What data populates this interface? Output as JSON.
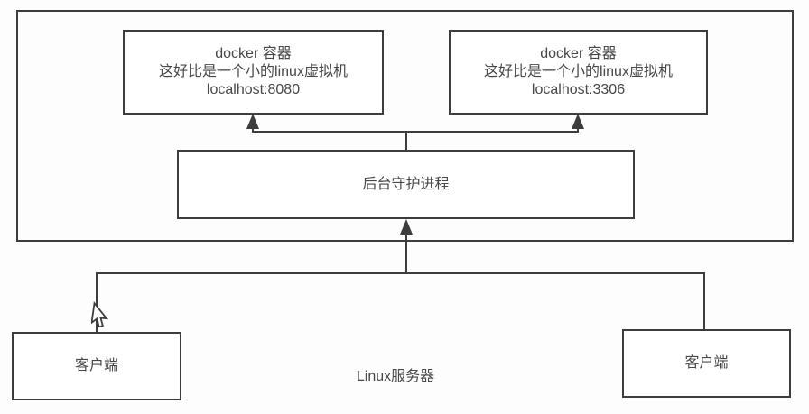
{
  "colors": {
    "line": "#3d3d3d",
    "text": "#484848",
    "background": "#fdfdfd",
    "box_fill": "#ffffff"
  },
  "server": {
    "label": "Linux服务器"
  },
  "containers": [
    {
      "title": "docker 容器",
      "description": "这好比是一个小的linux虚拟机",
      "address": "localhost:8080"
    },
    {
      "title": "docker 容器",
      "description": "这好比是一个小的linux虚拟机",
      "address": "localhost:3306"
    }
  ],
  "daemon": {
    "label": "后台守护进程"
  },
  "clients": [
    {
      "label": "客户端"
    },
    {
      "label": "客户端"
    }
  ],
  "icons": {
    "cursor": "mouse-pointer-arrow"
  }
}
